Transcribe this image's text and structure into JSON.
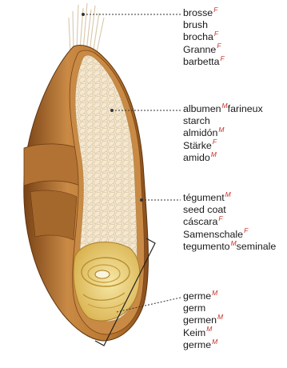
{
  "labels": {
    "brosse": {
      "terms": [
        {
          "word": "brosse",
          "gender": "F"
        },
        {
          "word": "brush",
          "gender": ""
        },
        {
          "word": "brocha",
          "gender": "F"
        },
        {
          "word": "Granne",
          "gender": "F"
        },
        {
          "word": "barbetta",
          "gender": "F"
        }
      ]
    },
    "albumen": {
      "terms": [
        {
          "word": "albumen",
          "gender": "M",
          "suffix": "farineux"
        },
        {
          "word": "starch",
          "gender": ""
        },
        {
          "word": "almidón",
          "gender": "M"
        },
        {
          "word": "Stärke",
          "gender": "F"
        },
        {
          "word": "amido",
          "gender": "M"
        }
      ]
    },
    "tegument": {
      "terms": [
        {
          "word": "tégument",
          "gender": "M"
        },
        {
          "word": "seed coat",
          "gender": ""
        },
        {
          "word": "cáscara",
          "gender": "F"
        },
        {
          "word": "Samenschale",
          "gender": "F"
        },
        {
          "word": "tegumento",
          "gender": "M",
          "suffix": "seminale"
        }
      ]
    },
    "germe": {
      "terms": [
        {
          "word": "germe",
          "gender": "M"
        },
        {
          "word": "germ",
          "gender": ""
        },
        {
          "word": "germen",
          "gender": "M"
        },
        {
          "word": "Keim",
          "gender": "M"
        },
        {
          "word": "germe",
          "gender": "M"
        }
      ]
    }
  },
  "colors": {
    "gender_marker": "#c8312c",
    "husk_dark": "#8a4f1c",
    "husk_light": "#c98a45",
    "endosperm": "#f3e6cf",
    "germ": "#e6c766"
  }
}
